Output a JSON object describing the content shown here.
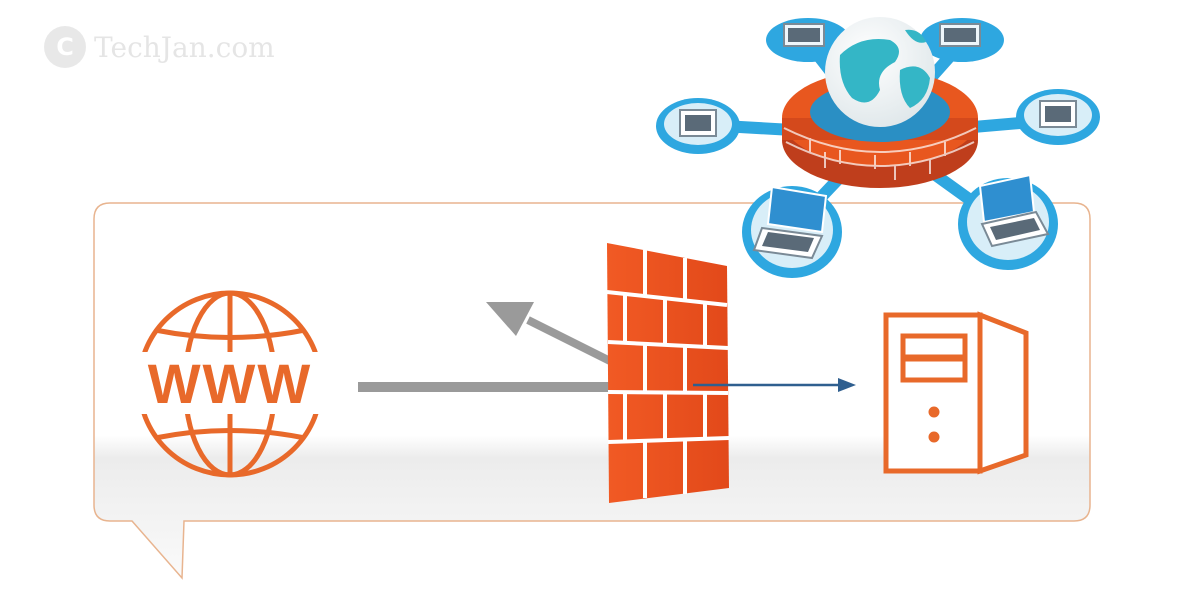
{
  "watermark": {
    "symbol": "C",
    "text": "TechJan.com"
  },
  "globe_label": "WWW",
  "colors": {
    "accent": "#e8692a",
    "brick": "#f15a24",
    "mortar": "#ffffff",
    "blocked_arrow": "#9a9a9a",
    "allowed_arrow": "#2f5f8f",
    "node_blue": "#2ea7e0",
    "earth": "#34b6c6"
  },
  "icons": [
    "www-globe-icon",
    "firewall-icon",
    "server-icon",
    "network-firewall-icon",
    "laptop-icon"
  ]
}
